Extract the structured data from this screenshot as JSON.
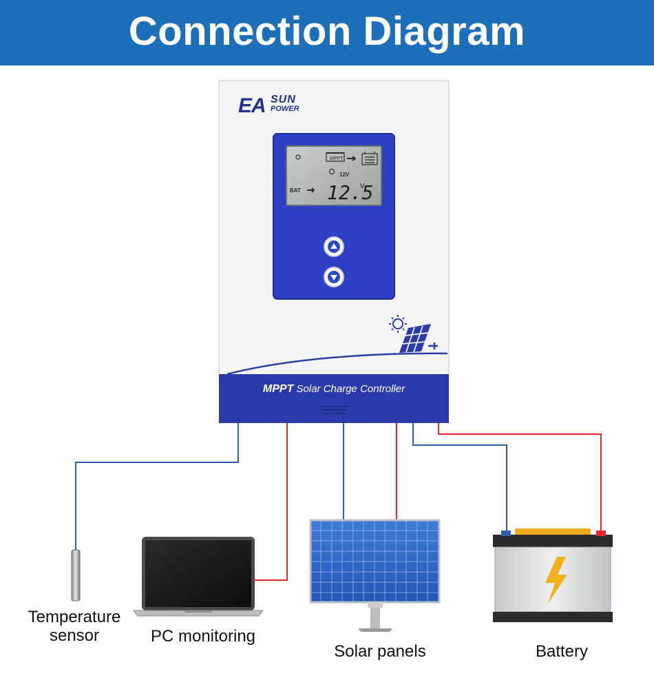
{
  "header": {
    "title": "Connection Diagram"
  },
  "controller": {
    "brand_main": "EA",
    "brand_top": "SUN",
    "brand_bottom": "POWER",
    "display": {
      "mode": "MPPT",
      "battery_voltage": "12V",
      "bat_label": "BAT",
      "reading": "12.5",
      "unit": "V"
    },
    "product_name_bold": "MPPT",
    "product_name_rest": "Solar Charge Controller"
  },
  "devices": {
    "temperature_sensor": "Temperature sensor",
    "pc_monitoring": "PC monitoring",
    "solar_panels": "Solar panels",
    "battery": "Battery"
  },
  "colors": {
    "banner": "#1c6fb8",
    "wire_positive": "#e8262b",
    "wire_negative": "#2a5fb0",
    "controller_blue": "#2836a6"
  }
}
